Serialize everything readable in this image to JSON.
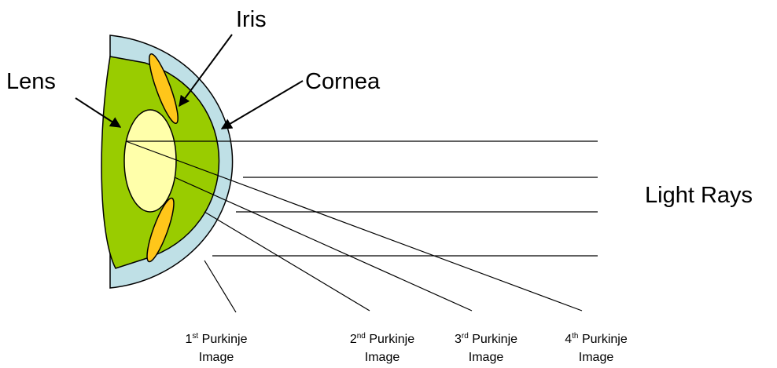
{
  "colors": {
    "cornea": "#BFE0E6",
    "eye_body": "#99CC00",
    "lens": "#FFFFAA",
    "iris": "#FFC61A",
    "stroke": "#000000"
  },
  "labels": {
    "iris": "Iris",
    "lens": "Lens",
    "cornea": "Cornea",
    "light_rays": "Light Rays"
  },
  "images": [
    {
      "ordinal": "1",
      "suffix": "st",
      "word": "Purkinje",
      "line2": "Image"
    },
    {
      "ordinal": "2",
      "suffix": "nd",
      "word": "Purkinje",
      "line2": "Image"
    },
    {
      "ordinal": "3",
      "suffix": "rd",
      "word": "Purkinje",
      "line2": "Image"
    },
    {
      "ordinal": "4",
      "suffix": "th",
      "word": "Purkinje",
      "line2": "Image"
    }
  ]
}
